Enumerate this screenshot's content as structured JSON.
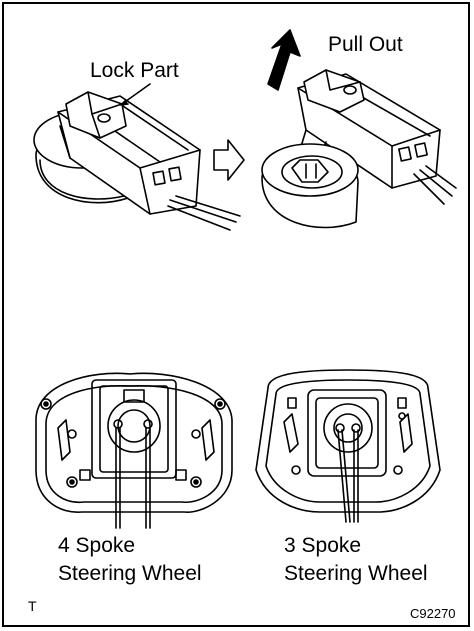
{
  "labels": {
    "lock_part": "Lock Part",
    "pull_out": "Pull Out",
    "spoke4_line1": "4 Spoke",
    "spoke4_line2": "Steering Wheel",
    "spoke3_line1": "3 Spoke",
    "spoke3_line2": "Steering Wheel",
    "corner_mark": "T",
    "figure_code": "C92270"
  },
  "colors": {
    "ink": "#000000",
    "paper": "#ffffff"
  }
}
